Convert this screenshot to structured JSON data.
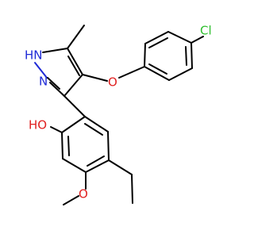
{
  "molecule": {
    "atoms": {
      "hn": "HN",
      "n": "N",
      "o_ether": "O",
      "cl": "Cl",
      "oh": "HO",
      "o_methoxy": "O"
    },
    "colors": {
      "bond": "#000000",
      "nitrogen": "#1f2bd6",
      "oxygen": "#e02020",
      "chlorine": "#2fbf2f"
    }
  }
}
